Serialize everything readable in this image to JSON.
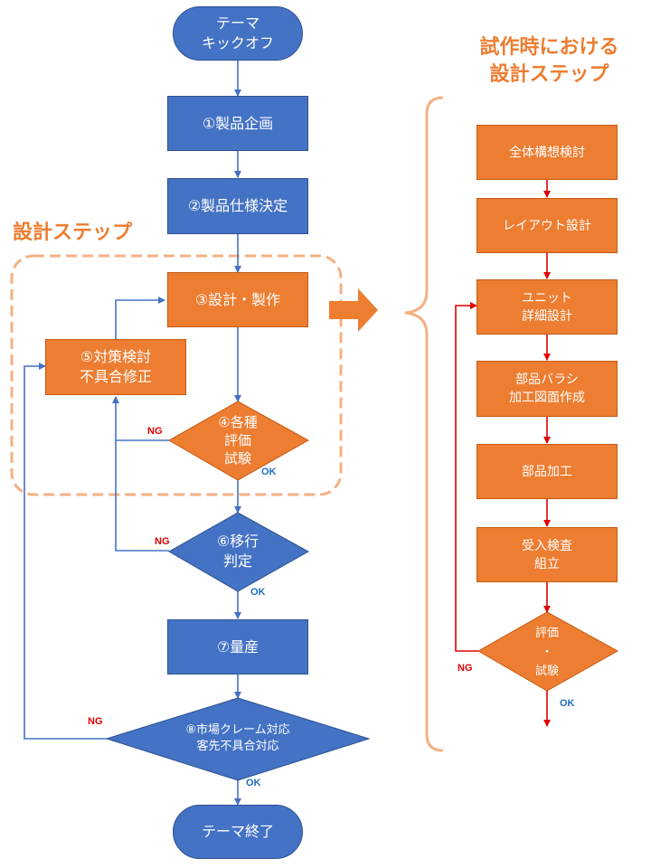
{
  "headings": {
    "design_step": "設計ステップ",
    "prototype_design_steps": "試作時における\n設計ステップ"
  },
  "main_flow": {
    "start": "テーマ\nキックオフ",
    "product_planning": "①製品企画",
    "spec_decision": "②製品仕様決定",
    "design_build": "③設計・製作",
    "evaluation": "④各種\n評価\n試験",
    "countermeasure": "⑤対策検討\n不具合修正",
    "transfer_judgment": "⑥移行\n判定",
    "mass_production": "⑦量産",
    "market_claim": "⑧市場クレーム対応\n客先不具合対応",
    "end": "テーマ終了"
  },
  "right_flow": {
    "steps": [
      "全体構想検討",
      "レイアウト設計",
      "ユニット\n詳細設計",
      "部品バラシ\n加工図面作成",
      "部品加工",
      "受入検査\n組立"
    ],
    "evaluation": "評価\n・\n試験"
  },
  "labels": {
    "ng": "NG",
    "ok": "OK"
  },
  "colors": {
    "blue": "#4472c4",
    "orange": "#ed7d31",
    "red": "#e00000",
    "ok_blue": "#1f6fbf"
  }
}
